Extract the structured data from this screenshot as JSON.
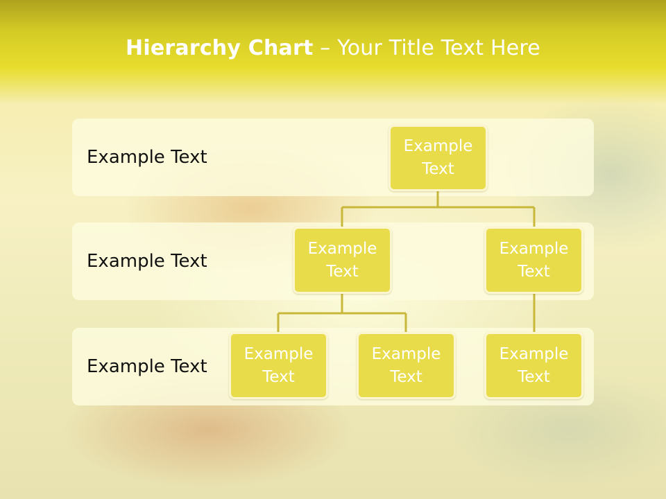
{
  "title": {
    "bold": "Hierarchy Chart",
    "rest": " – Your Title Text Here"
  },
  "rows": [
    {
      "label": "Example Text"
    },
    {
      "label": "Example Text"
    },
    {
      "label": "Example Text"
    }
  ],
  "nodes": {
    "root": "Example Text",
    "level2_left": "Example Text",
    "level2_right": "Example Text",
    "level3_a": "Example Text",
    "level3_b": "Example Text",
    "level3_c": "Example Text"
  },
  "colors": {
    "title_band": "#d4cb25",
    "node_fill": "#e9dc4b",
    "node_border": "#fbf6cf",
    "connector": "#c8b83a",
    "row_band": "#fdfbde"
  }
}
